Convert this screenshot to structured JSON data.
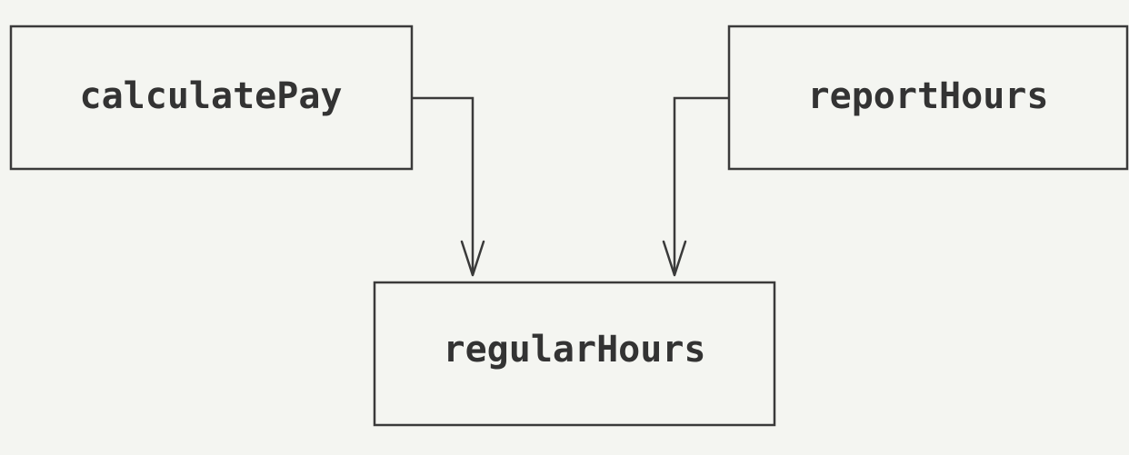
{
  "diagram": {
    "nodes": [
      {
        "id": "calculatePay",
        "label": "calculatePay"
      },
      {
        "id": "reportHours",
        "label": "reportHours"
      },
      {
        "id": "regularHours",
        "label": "regularHours"
      }
    ],
    "edges": [
      {
        "from": "calculatePay",
        "to": "regularHours"
      },
      {
        "from": "reportHours",
        "to": "regularHours"
      }
    ],
    "colors": {
      "background": "#f4f5f1",
      "stroke": "#3a3a3a",
      "text": "#333333"
    }
  }
}
